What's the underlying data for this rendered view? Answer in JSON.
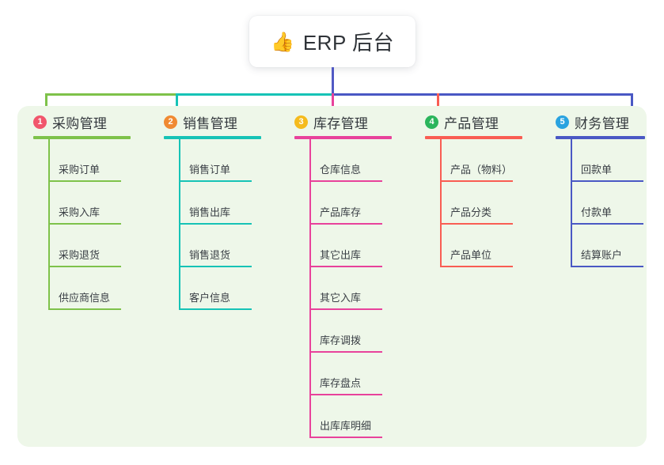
{
  "root": {
    "icon": "thumbs-up-icon",
    "icon_glyph": "👍",
    "title": "ERP 后台"
  },
  "palette": {
    "page_background": "#ffffff",
    "panel_background": "#eef7e9",
    "card_background": "#ffffff",
    "root_connector": "#5159c4",
    "text": "#33383d"
  },
  "columns": [
    {
      "number": "1",
      "title": "采购管理",
      "badge_color": "#f1566c",
      "line_color": "#7ec24a",
      "connector_color": "#7ec24a",
      "items": [
        "采购订单",
        "采购入库",
        "采购退货",
        "供应商信息"
      ]
    },
    {
      "number": "2",
      "title": "销售管理",
      "badge_color": "#f08a32",
      "line_color": "#16c3b6",
      "connector_color": "#16c3b6",
      "items": [
        "销售订单",
        "销售出库",
        "销售退货",
        "客户信息"
      ]
    },
    {
      "number": "3",
      "title": "库存管理",
      "badge_color": "#f5bb1d",
      "line_color": "#e8429b",
      "connector_color": "#e8429b",
      "items": [
        "仓库信息",
        "产品库存",
        "其它出库",
        "其它入库",
        "库存调拨",
        "库存盘点",
        "出库库明细"
      ]
    },
    {
      "number": "4",
      "title": "产品管理",
      "badge_color": "#2bb55c",
      "line_color": "#f95d53",
      "connector_color": "#f95d53",
      "items": [
        "产品（物料）",
        "产品分类",
        "产品单位"
      ]
    },
    {
      "number": "5",
      "title": "财务管理",
      "badge_color": "#2aa3e0",
      "line_color": "#4a58c4",
      "connector_color": "#4a58c4",
      "items": [
        "回款单",
        "付款单",
        "结算账户"
      ]
    }
  ]
}
